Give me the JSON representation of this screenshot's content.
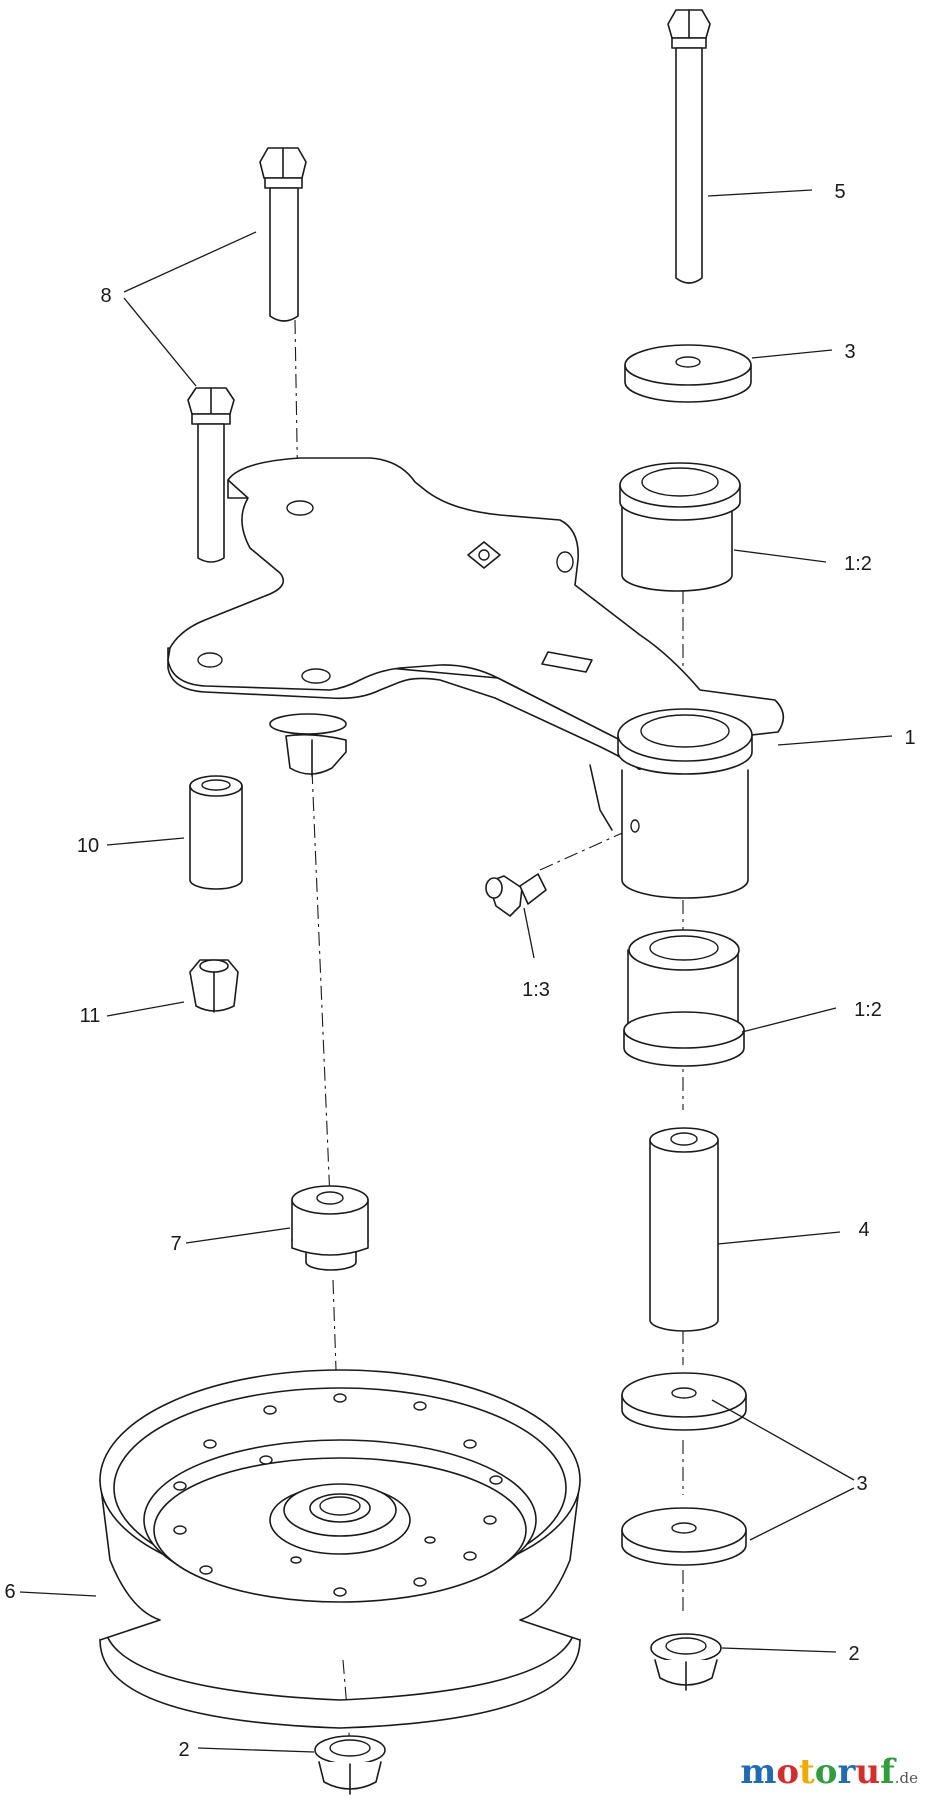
{
  "callouts": {
    "c1": "1",
    "c1_2a": "1:2",
    "c1_2b": "1:2",
    "c1_3": "1:3",
    "c2a": "2",
    "c2b": "2",
    "c3a": "3",
    "c3b": "3",
    "c4": "4",
    "c5": "5",
    "c6": "6",
    "c7": "7",
    "c8": "8",
    "c10": "10",
    "c11": "11"
  },
  "watermark": {
    "letters": [
      "m",
      "o",
      "t",
      "o",
      "r",
      "u",
      "f"
    ],
    "suffix": ".de",
    "colors": [
      "#1e6bb8",
      "#d62c2c",
      "#f2a900",
      "#2f9e3c",
      "#1e6bb8",
      "#d62c2c",
      "#2f9e3c"
    ]
  }
}
